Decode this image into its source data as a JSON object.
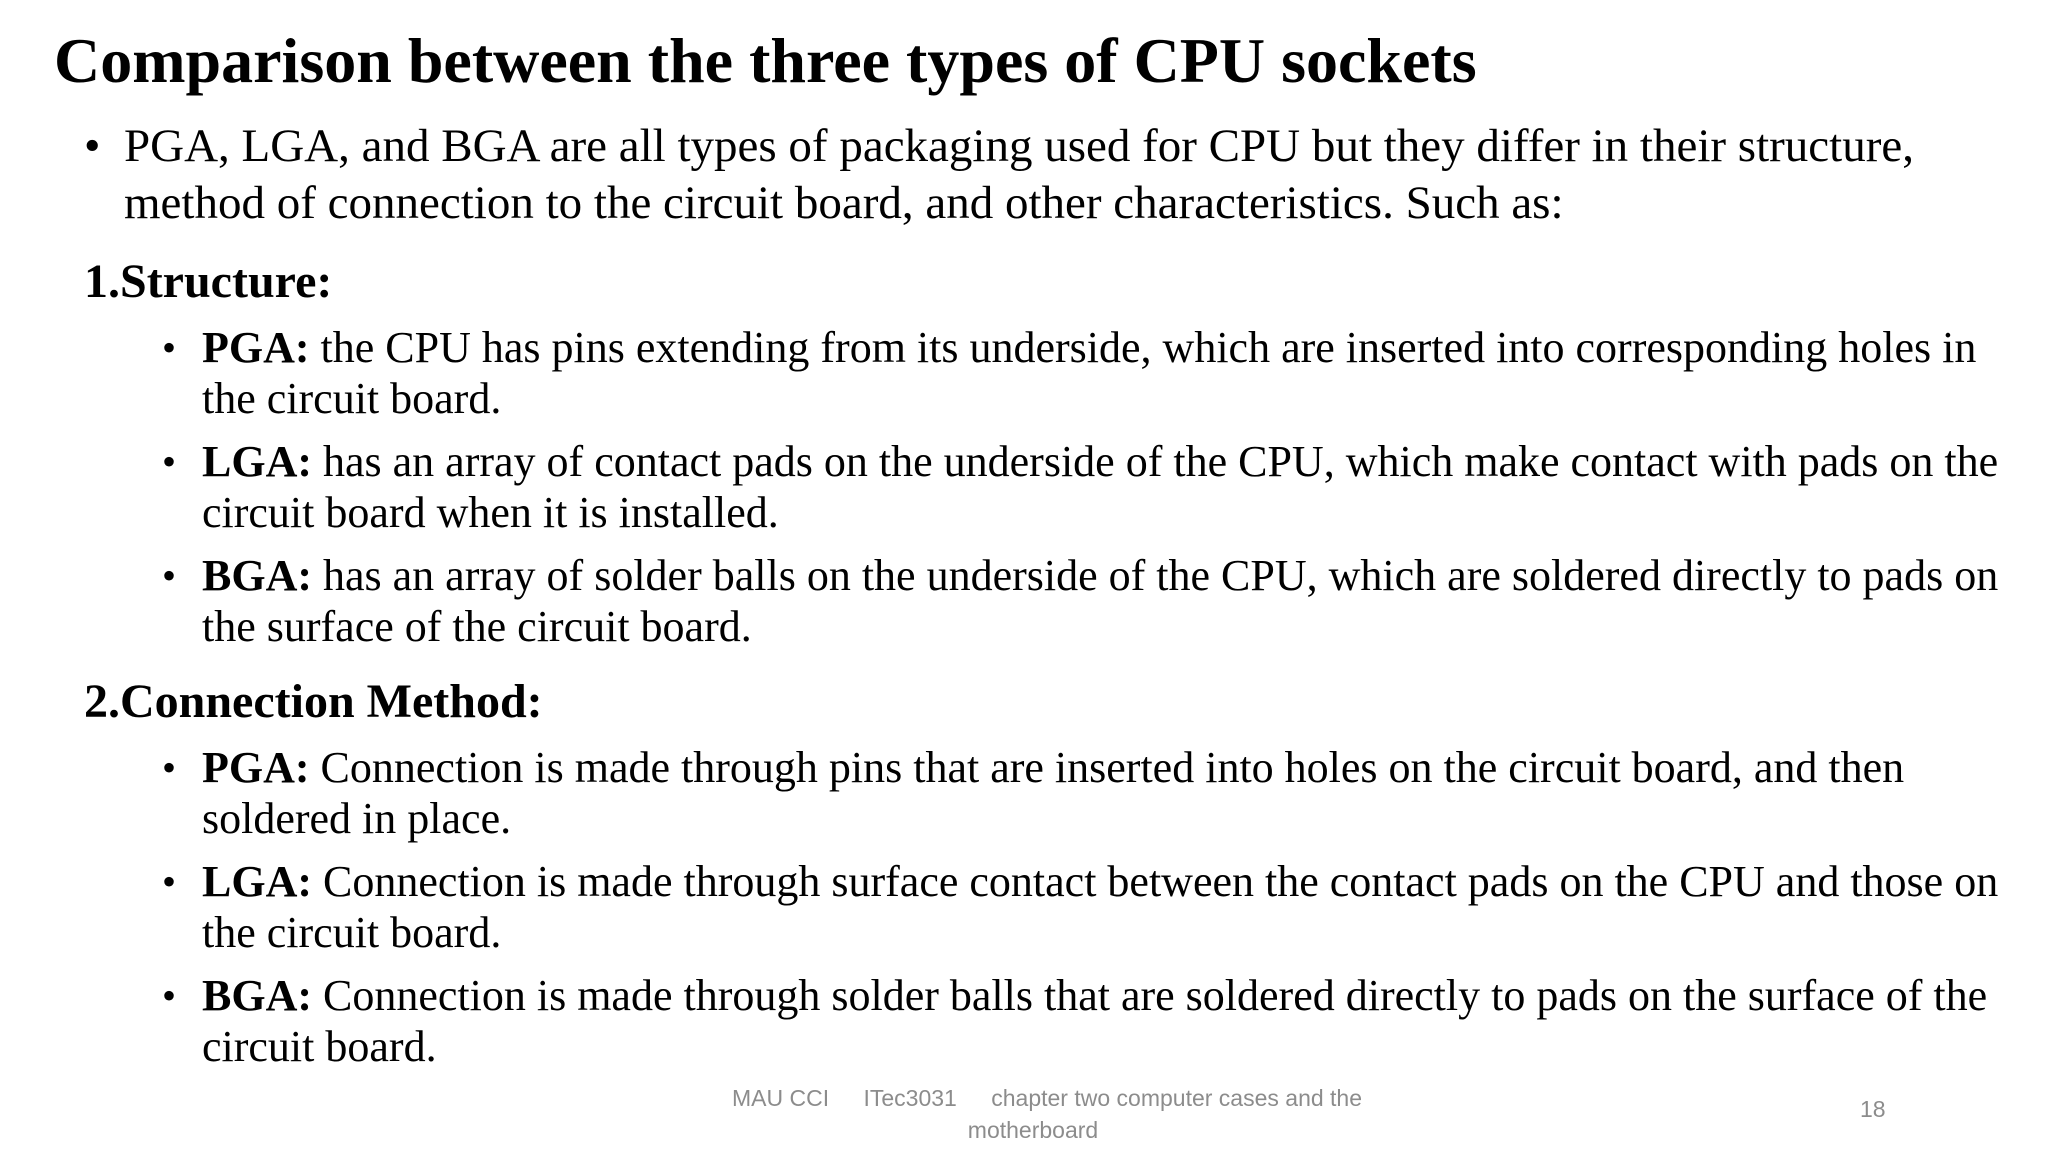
{
  "slide": {
    "title": "Comparison between the three types of CPU sockets",
    "bullet_glyph": "•",
    "intro": "PGA, LGA, and BGA are all types of packaging used for CPU but they differ in their structure, method of connection to the circuit board, and other characteristics. Such as:",
    "sections": [
      {
        "heading": "1.Structure:",
        "items": [
          {
            "term": "PGA:",
            "text": " the CPU has pins extending from its underside, which are inserted into corresponding holes in the circuit board."
          },
          {
            "term": "LGA:",
            "text": " has an array of contact pads on the underside of the CPU, which make contact with pads on the circuit board when it is installed."
          },
          {
            "term": "BGA:",
            "text": " has an array of solder balls on the underside of the CPU, which are soldered directly to pads on the surface of the circuit board."
          }
        ]
      },
      {
        "heading": "2.Connection Method:",
        "items": [
          {
            "term": "PGA:",
            "text": " Connection is made through pins that are inserted into holes on the circuit board, and then soldered in place."
          },
          {
            "term": "LGA:",
            "text": " Connection is made through surface contact between the contact pads on the CPU and those on the circuit board."
          },
          {
            "term": "BGA:",
            "text": " Connection is made through solder balls that are soldered directly to pads on the surface of the circuit board."
          }
        ]
      }
    ]
  },
  "footer": {
    "institution": "MAU CCI",
    "course": "ITec3031",
    "chapter": "chapter two computer cases and the motherboard",
    "page_number": "18"
  }
}
